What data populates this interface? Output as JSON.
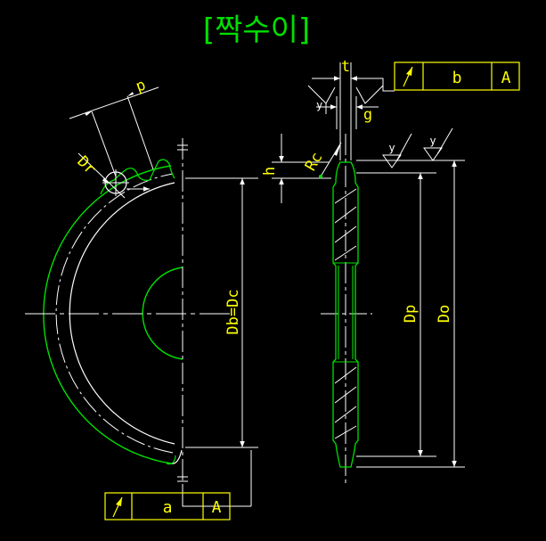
{
  "title": "[짝수이]",
  "colors": {
    "background": "#000000",
    "white": "#ffffff",
    "green": "#00e000",
    "yellow": "#ffff00"
  },
  "labels": {
    "pitch": "p",
    "roller_dia": "Dr",
    "bottom_dia": "Db=Dc",
    "pitch_dia": "Dp",
    "outside_dia": "Do",
    "thickness": "t",
    "gap": "g",
    "tooth_height": "h",
    "corner_radius": "Rc",
    "roughness_1": "y",
    "roughness_2": "y",
    "roughness_3": "y"
  },
  "tolerance_top": {
    "symbol": "runout-arrow-icon",
    "value": "b",
    "datum": "A"
  },
  "tolerance_bottom": {
    "symbol": "runout-arrow-icon",
    "value": "a",
    "datum": "A"
  }
}
